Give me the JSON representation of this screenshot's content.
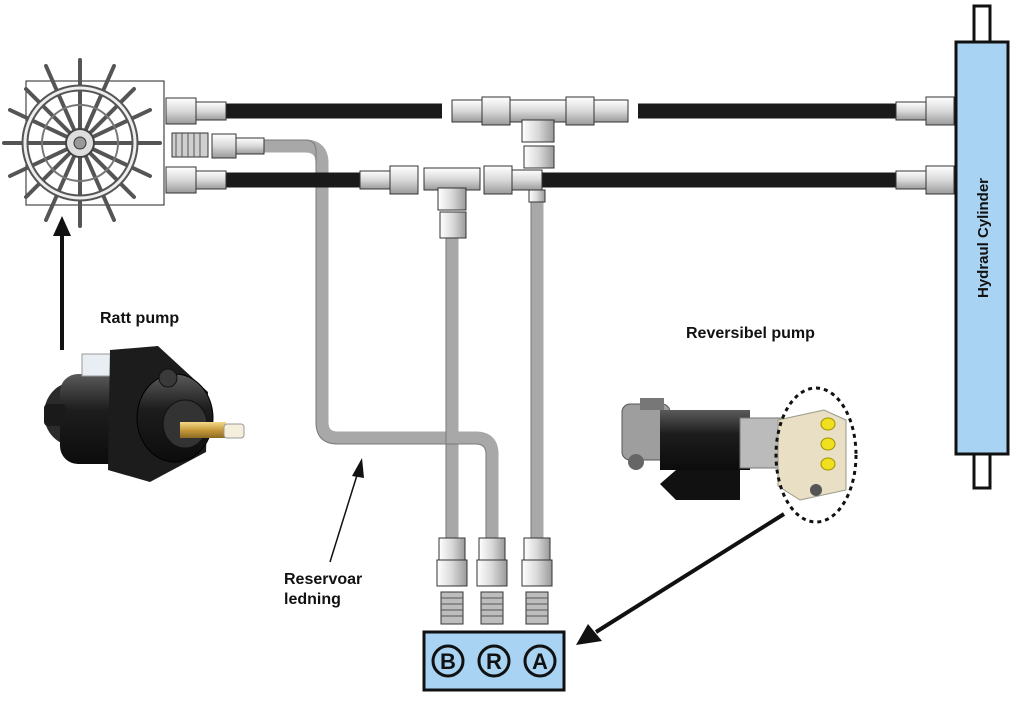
{
  "labels": {
    "ratt_pump": "Ratt pump",
    "reversibel_pump": "Reversibel pump",
    "reservoar_line1": "Reservoar",
    "reservoar_line2": "ledning",
    "cylinder": "Hydraul Cylinder"
  },
  "ports": [
    "B",
    "R",
    "A"
  ],
  "colors": {
    "hose_black": "#1a1a1a",
    "hose_grey": "#a8a8a8",
    "cylinder_fill": "#a9d3f3",
    "port_block_fill": "#a9d3f3",
    "fitting_fill": "#f2f2f2",
    "pump_body": "#2a2a2a",
    "valve_block": "#e8dfc4",
    "valve_ports": "#f0e020"
  },
  "icons": [
    "steering-wheel-icon",
    "helm-pump-icon",
    "reversible-pump-icon",
    "hydraulic-cylinder-icon"
  ]
}
